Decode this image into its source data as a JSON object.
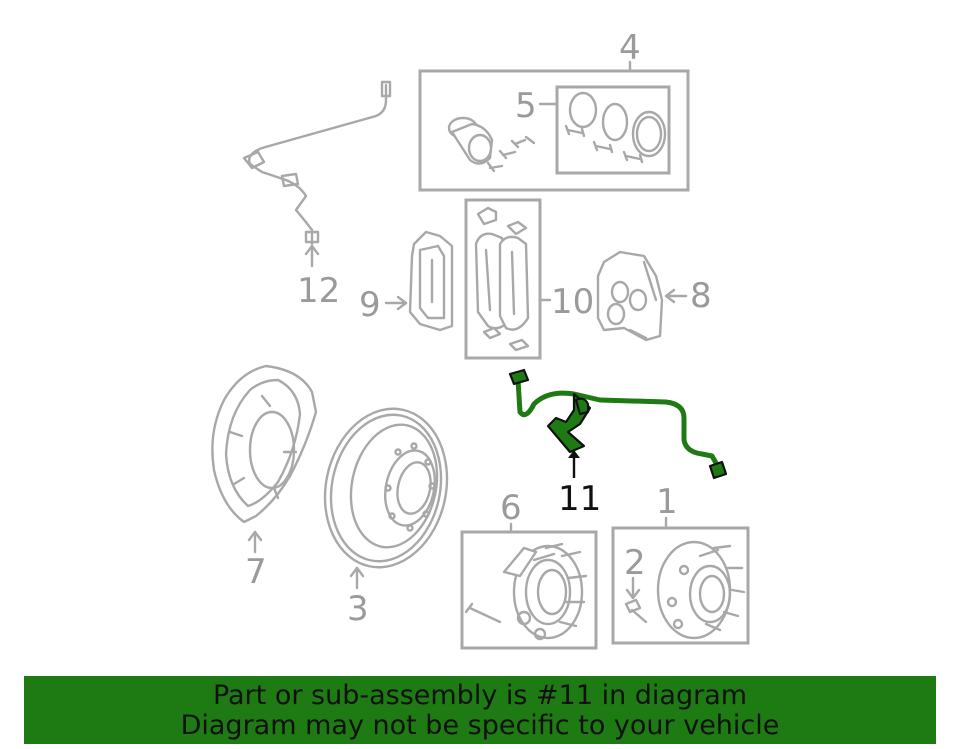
{
  "diagram": {
    "highlight_color": "#1e7a12",
    "part_color": "#a8a8a8",
    "labels": {
      "p1": "1",
      "p2": "2",
      "p3": "3",
      "p4": "4",
      "p5": "5",
      "p6": "6",
      "p7": "7",
      "p8": "8",
      "p9": "9",
      "p10": "10",
      "p11": "11",
      "p12": "12"
    },
    "highlighted_part": "11"
  },
  "banner": {
    "line1": "Part or sub-assembly is #11 in diagram",
    "line2": "Diagram may not be specific to your vehicle",
    "background": "#1e7a12"
  }
}
